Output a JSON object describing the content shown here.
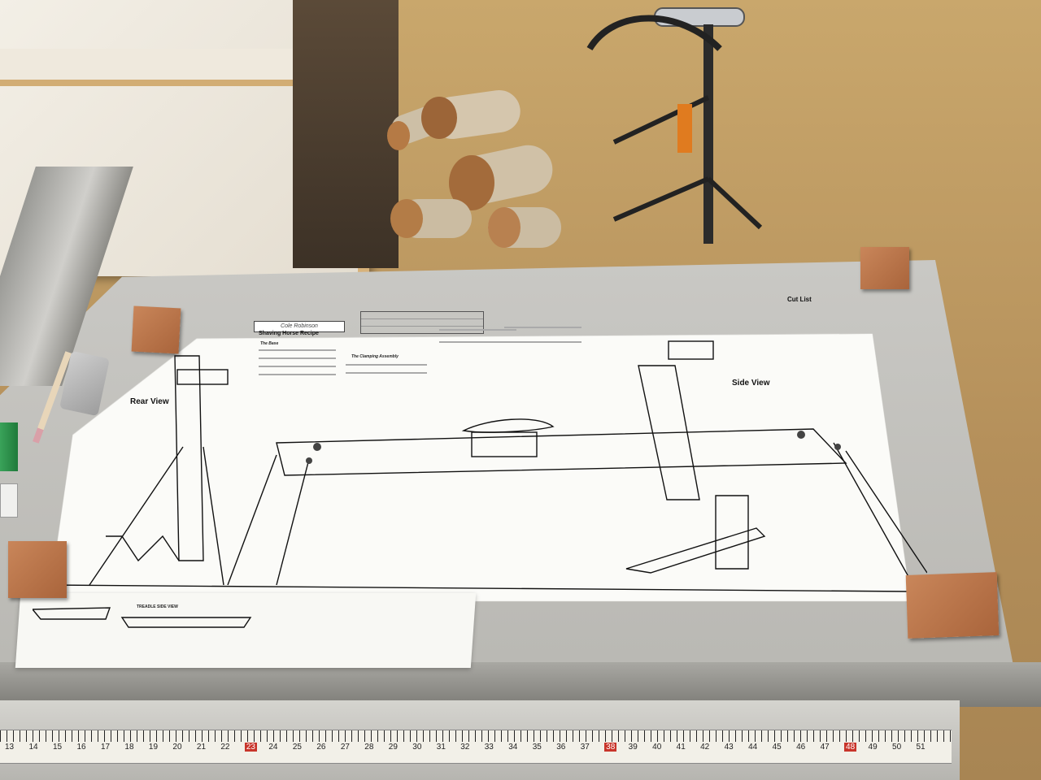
{
  "scene": {
    "description_text": []
  },
  "blueprint": {
    "title_block_text": "Cole Robinson",
    "recipe_title": "Shaving Horse Recipe",
    "section_the_base": "The Base",
    "section_clamping": "The Clamping Assembly",
    "rear_view_label": "Rear View",
    "side_view_label": "Side View",
    "cut_list_title": "Cut List",
    "treadle_label": "TREADLE SIDE VIEW"
  },
  "ruler": {
    "numbers": [
      "13",
      "14",
      "15",
      "16",
      "17",
      "18",
      "19",
      "20",
      "21",
      "22",
      "23",
      "24",
      "25",
      "26",
      "27",
      "28",
      "29",
      "30",
      "31",
      "32",
      "33",
      "34",
      "35",
      "36",
      "37",
      "38",
      "39",
      "40",
      "41",
      "42",
      "43",
      "44",
      "45",
      "46",
      "47",
      "48",
      "49",
      "50",
      "51"
    ],
    "highlight": [
      "23",
      "38",
      "48"
    ]
  },
  "colors": {
    "paper": "#fbfbf8",
    "ink": "#111111",
    "wood_block": "#b8704a",
    "table": "#c3c2be"
  }
}
